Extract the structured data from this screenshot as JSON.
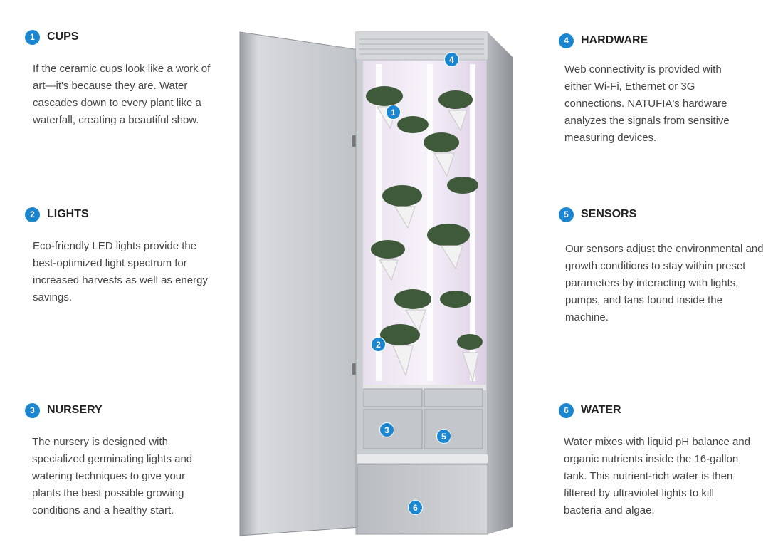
{
  "features": [
    {
      "num": "1",
      "title": "CUPS",
      "text": "If the ceramic cups look like a work of art—it's because they are. Water cascades down to every plant like a waterfall, creating a beautiful show."
    },
    {
      "num": "2",
      "title": "LIGHTS",
      "text": "Eco-friendly LED lights provide the best-optimized light spectrum for increased harvests as well as energy savings."
    },
    {
      "num": "3",
      "title": "NURSERY",
      "text": "The nursery is designed with specialized germinating lights and watering techniques to give your plants the best possible growing conditions and a healthy start."
    },
    {
      "num": "4",
      "title": "HARDWARE",
      "text": "Web connectivity is provided with either Wi-Fi, Ethernet or 3G connections. NATUFIA's hardware analyzes the signals from sensitive measuring devices."
    },
    {
      "num": "5",
      "title": "SENSORS",
      "text": "Our sensors adjust the environmental and growth conditions to stay within preset parameters by interacting with lights, pumps, and fans found inside the machine."
    },
    {
      "num": "6",
      "title": "WATER",
      "text": "Water mixes with liquid pH balance and organic nutrients inside the 16-gallon tank. This nutrient-rich water is then filtered by ultraviolet lights to kill bacteria and algae."
    }
  ],
  "accent": "#1a86cf"
}
